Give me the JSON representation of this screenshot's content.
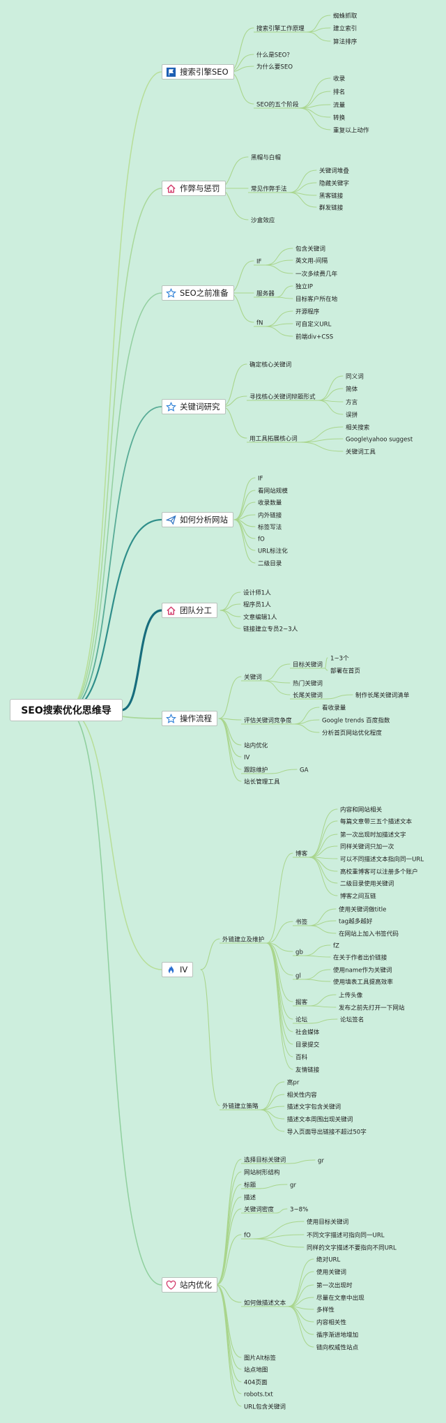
{
  "root": "SEO搜索优化思维导",
  "branches": [
    {
      "label": "搜索引擎SEO",
      "icon": "flag-icon",
      "children": [
        {
          "label": "搜索引擎工作原理",
          "children": [
            {
              "label": "蜘蛛抓取"
            },
            {
              "label": "建立索引"
            },
            {
              "label": "算法排序"
            }
          ]
        },
        {
          "label": "什么是SEO？"
        },
        {
          "label": "为什么要SEO"
        },
        {
          "label": "SEO的五个阶段",
          "children": [
            {
              "label": "收录"
            },
            {
              "label": "排名"
            },
            {
              "label": "流量"
            },
            {
              "label": "转换"
            },
            {
              "label": "重复以上动作"
            }
          ]
        }
      ]
    },
    {
      "label": "作弊与惩罚",
      "icon": "house-icon",
      "children": [
        {
          "label": "黑帽与白帽"
        },
        {
          "label": "常见作弊手法",
          "children": [
            {
              "label": "关键词堆叠"
            },
            {
              "label": "隐藏关键字"
            },
            {
              "label": "黑客链接"
            },
            {
              "label": "群发链接"
            }
          ]
        },
        {
          "label": "沙盒效应"
        }
      ]
    },
    {
      "label": "SEO之前准备",
      "icon": "star-icon",
      "children": [
        {
          "label": "IF",
          "children": [
            {
              "label": "包含关键词"
            },
            {
              "label": "英文用-间隔"
            },
            {
              "label": "一次多续费几年"
            }
          ]
        },
        {
          "label": "服务器",
          "children": [
            {
              "label": "独立IP"
            },
            {
              "label": "目标客户所在地"
            }
          ]
        },
        {
          "label": "fN",
          "children": [
            {
              "label": "开源程序"
            },
            {
              "label": "可自定义URL"
            },
            {
              "label": "前端div+CSS"
            }
          ]
        }
      ]
    },
    {
      "label": "关键词研究",
      "icon": "star-icon",
      "children": [
        {
          "label": "确定核心关键词"
        },
        {
          "label": "寻找核心关键词辩题形式",
          "children": [
            {
              "label": "同义词"
            },
            {
              "label": "简体"
            },
            {
              "label": "方言"
            },
            {
              "label": "误拼"
            }
          ]
        },
        {
          "label": "用工具拓展核心词",
          "children": [
            {
              "label": "相关搜索"
            },
            {
              "label": "Google\\yahoo suggest"
            },
            {
              "label": "关键词工具"
            }
          ]
        }
      ]
    },
    {
      "label": "如何分析网站",
      "icon": "send-icon",
      "children": [
        {
          "label": "IF"
        },
        {
          "label": "看网站规模"
        },
        {
          "label": "收录数量"
        },
        {
          "label": "内外链接"
        },
        {
          "label": "标签写法"
        },
        {
          "label": "fO"
        },
        {
          "label": "URL标注化"
        },
        {
          "label": "二级目录"
        }
      ]
    },
    {
      "label": "团队分工",
      "icon": "house-icon",
      "children": [
        {
          "label": "设计师1人"
        },
        {
          "label": "程序员1人"
        },
        {
          "label": "文章编辑1人"
        },
        {
          "label": "链接建立专员2~3人"
        }
      ]
    },
    {
      "label": "操作流程",
      "icon": "star-icon",
      "children": [
        {
          "label": "关键词",
          "children": [
            {
              "label": "目标关键词",
              "children": [
                {
                  "label": "1~3个"
                },
                {
                  "label": "部署在首页"
                }
              ]
            },
            {
              "label": "热门关键词"
            },
            {
              "label": "长尾关键词",
              "children": [
                {
                  "label": "制作长尾关键词清单"
                }
              ]
            }
          ]
        },
        {
          "label": "评估关键词竞争度",
          "children": [
            {
              "label": "看收录量"
            },
            {
              "label": "Google trends 百度指数"
            },
            {
              "label": "分析首页网站优化程度"
            }
          ]
        },
        {
          "label": "站内优化"
        },
        {
          "label": "IV"
        },
        {
          "label": "跟踪维护",
          "children": [
            {
              "label": "GA"
            }
          ]
        },
        {
          "label": "站长管理工具"
        }
      ]
    },
    {
      "label": "IV",
      "icon": "flame-icon",
      "children": [
        {
          "label": "外链建立及维护",
          "children": [
            {
              "label": "博客",
              "children": [
                {
                  "label": "内容和网站相关"
                },
                {
                  "label": "每篇文章带三五个描述文本"
                },
                {
                  "label": "第一次出现时加描述文字"
                },
                {
                  "label": "同样关键词只加一次"
                },
                {
                  "label": "可以不同描述文本指向同一URL"
                },
                {
                  "label": "高校重博客可以注册多个账户"
                },
                {
                  "label": "二级目录使用关键词"
                },
                {
                  "label": "博客之间互链"
                }
              ]
            },
            {
              "label": "书签",
              "children": [
                {
                  "label": "使用关键词做title"
                },
                {
                  "label": "tag越多越好"
                },
                {
                  "label": "在网站上加入书签代码"
                }
              ]
            },
            {
              "label": "gb",
              "children": [
                {
                  "label": "fZ"
                },
                {
                  "label": "在关于作者出价链接"
                }
              ]
            },
            {
              "label": "gl",
              "children": [
                {
                  "label": "使用name作为关键词"
                },
                {
                  "label": "使用填表工具提高效率"
                }
              ]
            },
            {
              "label": "掘客",
              "children": [
                {
                  "label": "上传头像"
                },
                {
                  "label": "发布之前先打开一下网站"
                }
              ]
            },
            {
              "label": "论坛",
              "children": [
                {
                  "label": "论坛签名"
                }
              ]
            },
            {
              "label": "社会媒体"
            },
            {
              "label": "目录提交"
            },
            {
              "label": "百科"
            },
            {
              "label": "友情链接"
            }
          ]
        },
        {
          "label": "外链建立策略",
          "children": [
            {
              "label": "高pr"
            },
            {
              "label": "相关性内容"
            },
            {
              "label": "描述文字包含关键词"
            },
            {
              "label": "描述文本周围出现关键词"
            },
            {
              "label": "导入页面导出链接不超过50字"
            }
          ]
        }
      ]
    },
    {
      "label": "站内优化",
      "icon": "heart-icon",
      "children": [
        {
          "label": "选择目标关键词",
          "children": [
            {
              "label": "gr"
            }
          ]
        },
        {
          "label": "网站树形结构"
        },
        {
          "label": "标题",
          "children": [
            {
              "label": "gr"
            }
          ]
        },
        {
          "label": "描述"
        },
        {
          "label": "关键词密度",
          "children": [
            {
              "label": "3~8%"
            }
          ]
        },
        {
          "label": "fO",
          "children": [
            {
              "label": "使用目标关键词"
            },
            {
              "label": "不同文字描述可指向同一URL"
            },
            {
              "label": "同样的文字描述不要指向不同URL"
            }
          ]
        },
        {
          "label": "如何做描述文本",
          "children": [
            {
              "label": "绝对URL"
            },
            {
              "label": "使用关键词"
            },
            {
              "label": "第一次出现时"
            },
            {
              "label": "尽量在文章中出现"
            },
            {
              "label": "多样性"
            },
            {
              "label": "内容相关性"
            },
            {
              "label": "循序渐进地增加"
            },
            {
              "label": "链向权威性站点"
            }
          ]
        },
        {
          "label": "图片Alt标签"
        },
        {
          "label": "站点地图"
        },
        {
          "label": "404页面"
        },
        {
          "label": "robots.txt"
        },
        {
          "label": "URL包含关键词"
        }
      ]
    }
  ],
  "colors": {
    "background": "#cdeedd",
    "green_light": "#b2dc96",
    "green_mid": "#8fcf9d",
    "teal": "#2f8e8a",
    "teal_dark": "#176d7d",
    "node_border": "#b7c1bb"
  }
}
